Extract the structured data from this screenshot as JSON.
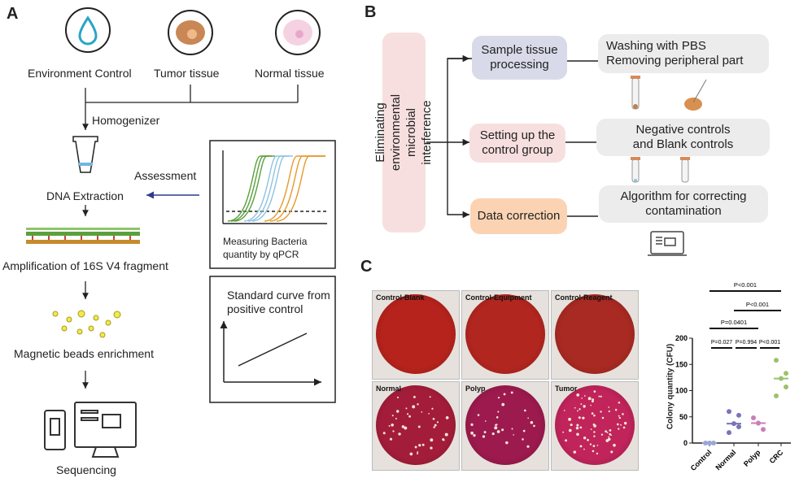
{
  "panel_a": {
    "label": "A",
    "sources": [
      "Environment Control",
      "Tumor tissue",
      "Normal tissue"
    ],
    "homogenizer": "Homogenizer",
    "assessment": "Assessment",
    "steps": [
      "DNA Extraction",
      "Amplification of 16S V4 fragment",
      "Magnetic beads enrichment",
      "Sequencing"
    ],
    "qpcr_caption": "Measuring Bacteria quantity by qPCR",
    "standard_curve_caption": "Standard curve from positive control"
  },
  "panel_b": {
    "label": "B",
    "root": "Eliminating environmental microbial interference",
    "branches": [
      {
        "title": "Sample tissue processing",
        "detail": "Washing with PBS\nRemoving peripheral part",
        "color": "#d9dae9"
      },
      {
        "title": "Setting up the control group",
        "detail": "Negative controls and Blank controls",
        "color": "#f8dfdf"
      },
      {
        "title": "Data correction",
        "detail": "Algorithm for correcting contamination",
        "color": "#fbd3b3"
      }
    ]
  },
  "panel_c": {
    "label": "C",
    "plates": [
      "Control-Blank",
      "Control-Equipment",
      "Control-Reagent",
      "Normal",
      "Polyp",
      "Tumor"
    ]
  },
  "chart_data": {
    "type": "scatter",
    "ylabel": "Colony quantity (CFU)",
    "xlabel": "",
    "categories": [
      "Control",
      "Normal",
      "Polyp",
      "CRC"
    ],
    "ylim": [
      0,
      200
    ],
    "yticks": [
      0,
      50,
      100,
      150,
      200
    ],
    "series": [
      {
        "category": "Control",
        "values": [
          0,
          0,
          0
        ],
        "median": 0,
        "color": "#9aa6d6"
      },
      {
        "category": "Normal",
        "values": [
          60,
          53,
          37,
          31,
          20
        ],
        "median": 37,
        "color": "#7a74b8"
      },
      {
        "category": "Polyp",
        "values": [
          48,
          38,
          38,
          26
        ],
        "median": 38,
        "color": "#c97fb9"
      },
      {
        "category": "CRC",
        "values": [
          158,
          133,
          123,
          107,
          90
        ],
        "median": 123,
        "color": "#9cc26a"
      }
    ],
    "annotations": [
      {
        "text": "P=0.027",
        "from": "Control",
        "to": "Normal"
      },
      {
        "text": "P=0.994",
        "from": "Normal",
        "to": "Polyp"
      },
      {
        "text": "P<0.001",
        "from": "Polyp",
        "to": "CRC"
      },
      {
        "text": "P=0.0401",
        "from": "Control",
        "to": "Polyp"
      },
      {
        "text": "P<0.001",
        "from": "Normal",
        "to": "CRC"
      },
      {
        "text": "P<0.001",
        "from": "Control",
        "to": "CRC"
      }
    ],
    "grid": false
  }
}
